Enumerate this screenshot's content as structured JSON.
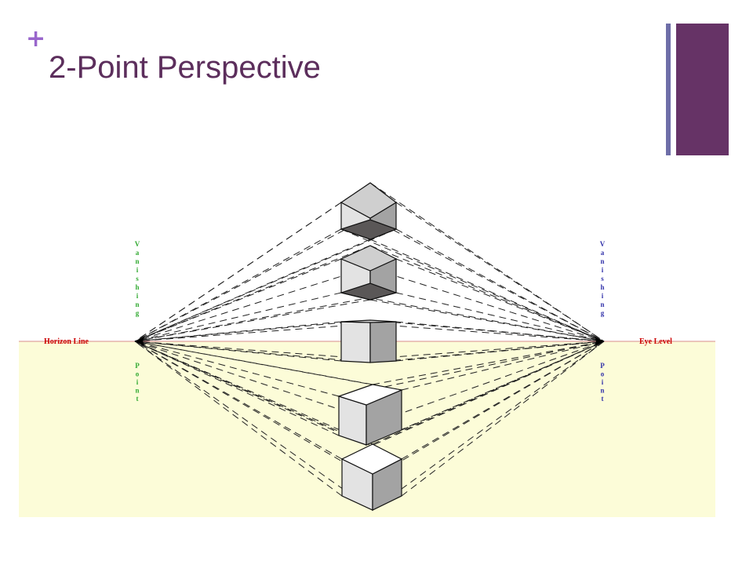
{
  "slide": {
    "bullet": "+",
    "title": "2-Point Perspective"
  },
  "diagram": {
    "horizon_label": "Horizon Line",
    "eye_level_label": "Eye Level",
    "vp_left_top": [
      "V",
      "a",
      "n",
      "i",
      "s",
      "h",
      "i",
      "n",
      "g"
    ],
    "vp_left_bottom": [
      "P",
      "o",
      "i",
      "n",
      "t"
    ],
    "vp_right_top": [
      "V",
      "a",
      "n",
      "i",
      "s",
      "h",
      "i",
      "n",
      "g"
    ],
    "vp_right_bottom": [
      "P",
      "o",
      "i",
      "n",
      "t"
    ]
  },
  "colors": {
    "accent_purple": "#663366",
    "plus_color": "#9966cc",
    "thin_bar": "#6e6ea8",
    "title_color": "#5c2e5c",
    "ground": "#fcfcd8",
    "vp_text": "#33aa33",
    "vp_text_right": "#3333aa",
    "label_red": "#cc0000"
  }
}
